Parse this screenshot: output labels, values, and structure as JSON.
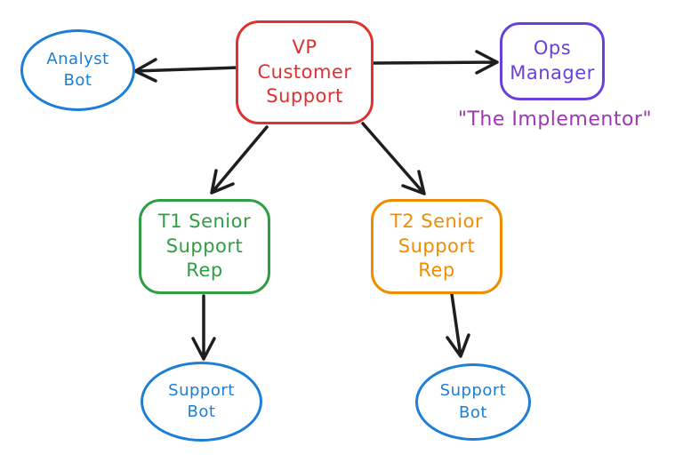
{
  "diagram": {
    "background": "#ffffff",
    "arrow_color": "#1e1e1e",
    "nodes": [
      {
        "id": "analyst-bot",
        "label": "Analyst\nBot",
        "shape": "ellipse",
        "color": "#1c7ed6"
      },
      {
        "id": "vp-customer-support",
        "label": "VP\nCustomer\nSupport",
        "shape": "rounded-rect",
        "color": "#e03131"
      },
      {
        "id": "ops-manager",
        "label": "Ops\nManager",
        "shape": "rounded-rect",
        "color": "#6741d9"
      },
      {
        "id": "t1-senior-support-rep",
        "label": "T1 Senior\nSupport\nRep",
        "shape": "rounded-rect",
        "color": "#2f9e44"
      },
      {
        "id": "t2-senior-support-rep",
        "label": "T2 Senior\nSupport\nRep",
        "shape": "rounded-rect",
        "color": "#f08c00"
      },
      {
        "id": "support-bot-left",
        "label": "Support\nBot",
        "shape": "ellipse",
        "color": "#1c7ed6"
      },
      {
        "id": "support-bot-right",
        "label": "Support\nBot",
        "shape": "ellipse",
        "color": "#1c7ed6"
      }
    ],
    "caption": {
      "text": "\"The Implementor\"",
      "color": "#9c36b5",
      "attached_to": "ops-manager"
    },
    "edges": [
      {
        "from": "vp-customer-support",
        "to": "analyst-bot"
      },
      {
        "from": "vp-customer-support",
        "to": "ops-manager"
      },
      {
        "from": "vp-customer-support",
        "to": "t1-senior-support-rep"
      },
      {
        "from": "vp-customer-support",
        "to": "t2-senior-support-rep"
      },
      {
        "from": "t1-senior-support-rep",
        "to": "support-bot-left"
      },
      {
        "from": "t2-senior-support-rep",
        "to": "support-bot-right"
      }
    ]
  }
}
